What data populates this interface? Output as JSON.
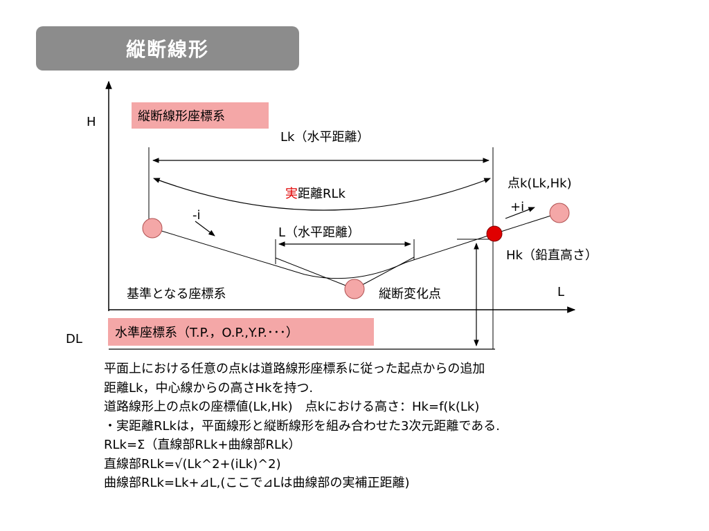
{
  "title": "縦断線形",
  "labels": {
    "h_axis": "H",
    "l_axis": "L",
    "dl": "DL",
    "coord_system": "縦断線形座標系",
    "lk_horizontal": "Lk（水平距離）",
    "real_distance_prefix": "実",
    "real_distance_rest": "距離RLk",
    "point_k": "点k(Lk,Hk)",
    "minus_i": "-i",
    "plus_i": "+i",
    "l_horizontal": "L（水平距離）",
    "hk_height": "Hk（鉛直高さ）",
    "base_system": "基準となる座標系",
    "vertical_change_point": "縦断変化点",
    "level_system": "水準座標系（T.P.，O.P.,Y.P.･･･）"
  },
  "colors": {
    "title_bg": "#8c8c8c",
    "pink_box": "#f4a7a7",
    "circle_fill": "#f4a7a7",
    "point_k_fill": "#e00000",
    "real_prefix": "#e00000"
  },
  "body_lines": [
    "平面上における任意の点kは道路線形座標系に従った起点からの追加",
    "距離Lk，中心線からの高さHkを持つ.",
    "道路線形上の点kの座標値(Lk,Hk)　点kにおける高さ：Hk=f(k(Lk)",
    "・実距離RLkは，平面線形と縦断線形を組み合わせた3次元距離である.",
    "RLk=Σ（直線部RLk+曲線部RLk）",
    "直線部RLk=√(Lk^2+(iLk)^2)",
    "曲線部RLk=Lk+⊿L,(ここで⊿Lは曲線部の実補正距離)"
  ]
}
